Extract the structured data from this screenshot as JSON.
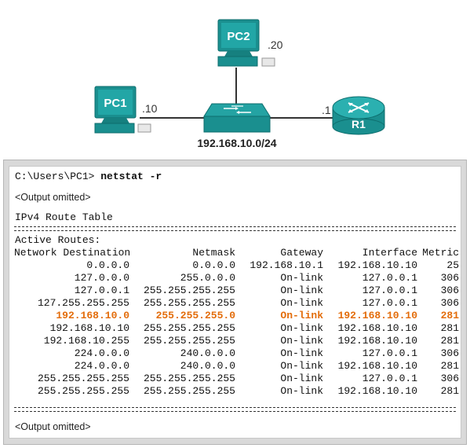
{
  "topology": {
    "pc1_label": "PC1",
    "pc1_addr": ".10",
    "pc2_label": "PC2",
    "pc2_addr": ".20",
    "r1_label": "R1",
    "r1_addr": ".1",
    "network_label": "192.168.10.0/24"
  },
  "terminal": {
    "prompt": "C:\\Users\\PC1> ",
    "command": "netstat -r",
    "omitted_top": "<Output omitted>",
    "table_title": "IPv4 Route Table",
    "active_routes": "Active Routes:",
    "headers": {
      "dest": "Network Destination",
      "mask": "Netmask",
      "gateway": "Gateway",
      "iface": "Interface",
      "metric": "Metric"
    },
    "routes": [
      {
        "dest": "0.0.0.0",
        "mask": "0.0.0.0",
        "gateway": "192.168.10.1",
        "iface": "192.168.10.10",
        "metric": "25"
      },
      {
        "dest": "127.0.0.0",
        "mask": "255.0.0.0",
        "gateway": "On-link",
        "iface": "127.0.0.1",
        "metric": "306"
      },
      {
        "dest": "127.0.0.1",
        "mask": "255.255.255.255",
        "gateway": "On-link",
        "iface": "127.0.0.1",
        "metric": "306"
      },
      {
        "dest": "127.255.255.255",
        "mask": "255.255.255.255",
        "gateway": "On-link",
        "iface": "127.0.0.1",
        "metric": "306"
      },
      {
        "dest": "192.168.10.0",
        "mask": "255.255.255.0",
        "gateway": "On-link",
        "iface": "192.168.10.10",
        "metric": "281"
      },
      {
        "dest": "192.168.10.10",
        "mask": "255.255.255.255",
        "gateway": "On-link",
        "iface": "192.168.10.10",
        "metric": "281"
      },
      {
        "dest": "192.168.10.255",
        "mask": "255.255.255.255",
        "gateway": "On-link",
        "iface": "192.168.10.10",
        "metric": "281"
      },
      {
        "dest": "224.0.0.0",
        "mask": "240.0.0.0",
        "gateway": "On-link",
        "iface": "127.0.0.1",
        "metric": "306"
      },
      {
        "dest": "224.0.0.0",
        "mask": "240.0.0.0",
        "gateway": "On-link",
        "iface": "192.168.10.10",
        "metric": "281"
      },
      {
        "dest": "255.255.255.255",
        "mask": "255.255.255.255",
        "gateway": "On-link",
        "iface": "127.0.0.1",
        "metric": "306"
      },
      {
        "dest": "255.255.255.255",
        "mask": "255.255.255.255",
        "gateway": "On-link",
        "iface": "192.168.10.10",
        "metric": "281"
      }
    ],
    "highlight_row": 4,
    "omitted_bottom": "<Output omitted>"
  },
  "colors": {
    "device_teal": "#1a8f8f",
    "highlight": "#e36c0a"
  }
}
